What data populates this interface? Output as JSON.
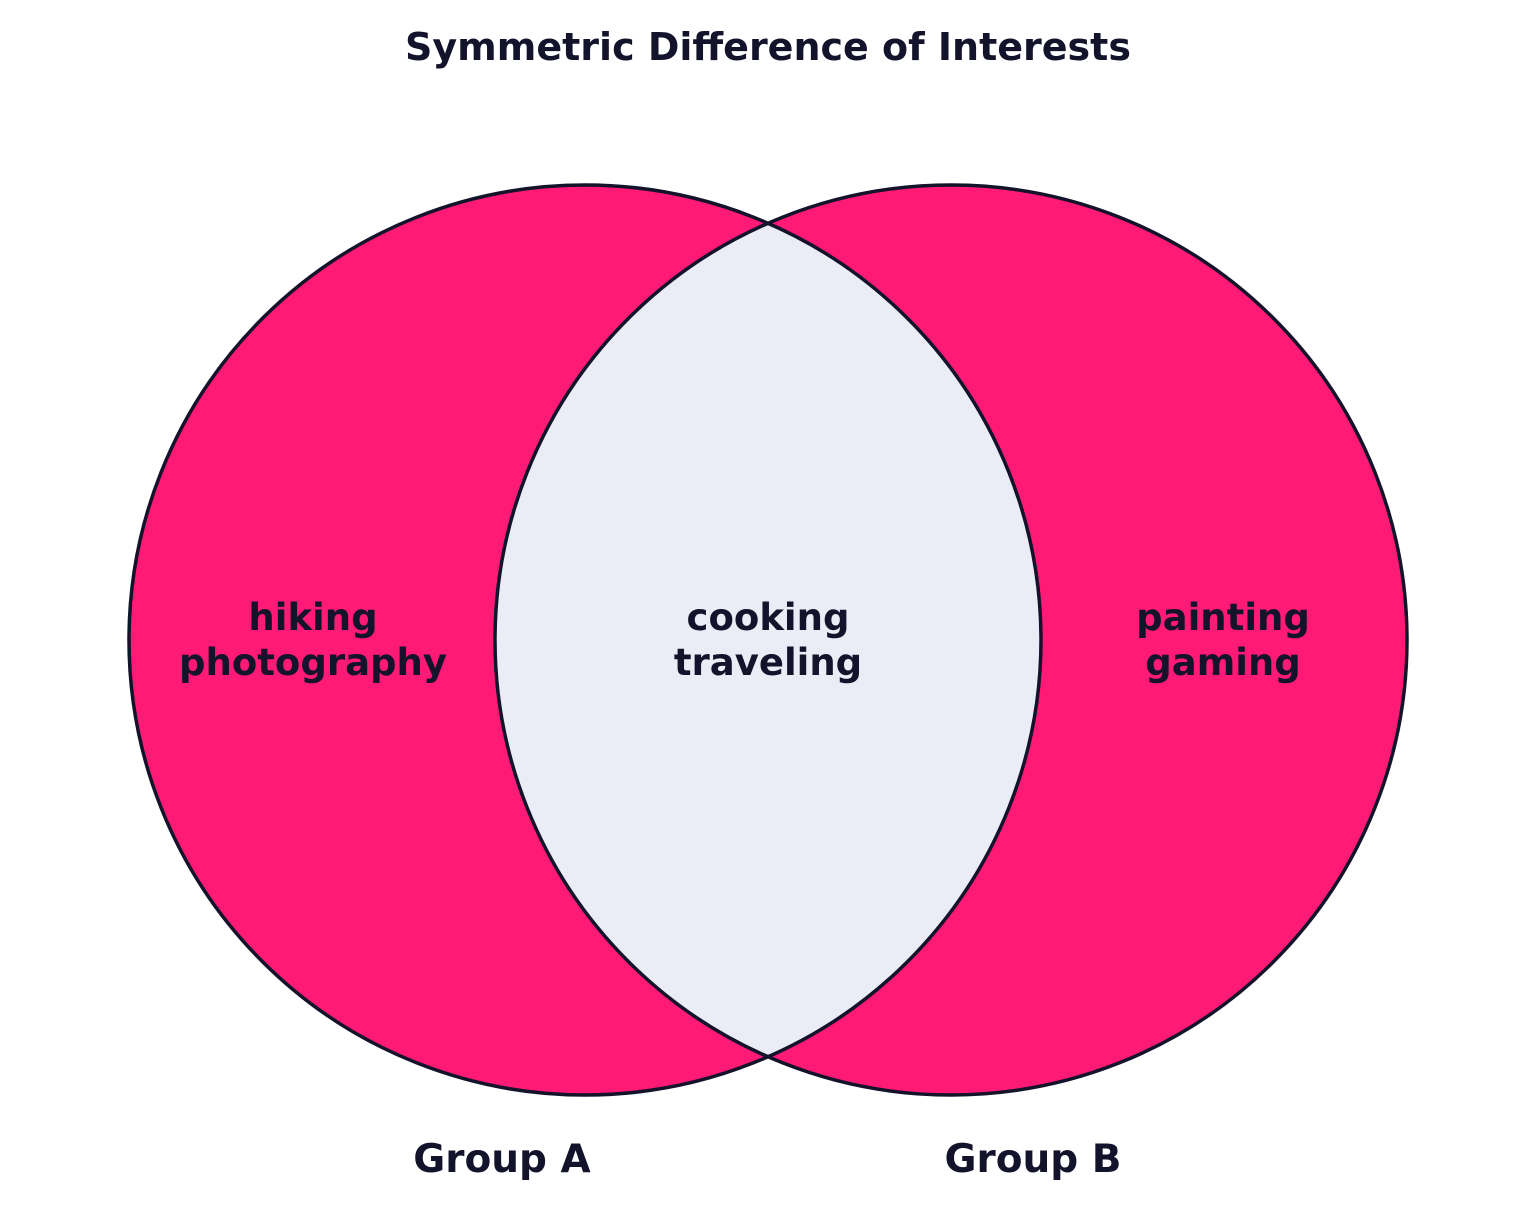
{
  "title": "Symmetric Difference of Interests",
  "sets": [
    {
      "name": "Group A",
      "only_items": [
        "hiking",
        "photography"
      ]
    },
    {
      "name": "Group B",
      "only_items": [
        "painting",
        "gaming"
      ]
    }
  ],
  "intersection_items": [
    "cooking",
    "traveling"
  ],
  "colors": {
    "highlight": "#FF1A75",
    "intersection": "#EAEDF5",
    "outline": "#13132B",
    "text": "#13132B",
    "background": "#FFFFFF"
  }
}
